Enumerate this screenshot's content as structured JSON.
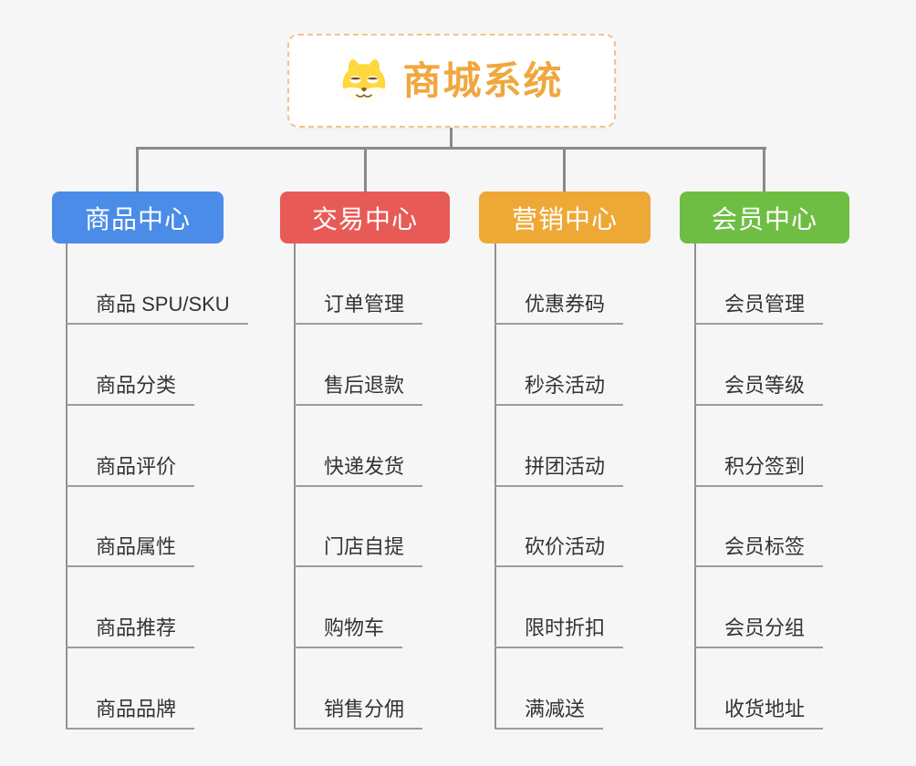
{
  "root": {
    "title": "商城系统",
    "icon": "dog-face-icon",
    "title_color": "#f0a73e",
    "border_color": "#f4c488"
  },
  "connector_color": "#8a8a8a",
  "branches": [
    {
      "label": "商品中心",
      "color": "#4a8ce8",
      "items": [
        "商品 SPU/SKU",
        "商品分类",
        "商品评价",
        "商品属性",
        "商品推荐",
        "商品品牌"
      ]
    },
    {
      "label": "交易中心",
      "color": "#e85a56",
      "items": [
        "订单管理",
        "售后退款",
        "快递发货",
        "门店自提",
        "购物车",
        "销售分佣"
      ]
    },
    {
      "label": "营销中心",
      "color": "#eea836",
      "items": [
        "优惠券码",
        "秒杀活动",
        "拼团活动",
        "砍价活动",
        "限时折扣",
        "满减送"
      ]
    },
    {
      "label": "会员中心",
      "color": "#6fbe44",
      "items": [
        "会员管理",
        "会员等级",
        "积分签到",
        "会员标签",
        "会员分组",
        "收货地址"
      ]
    }
  ]
}
